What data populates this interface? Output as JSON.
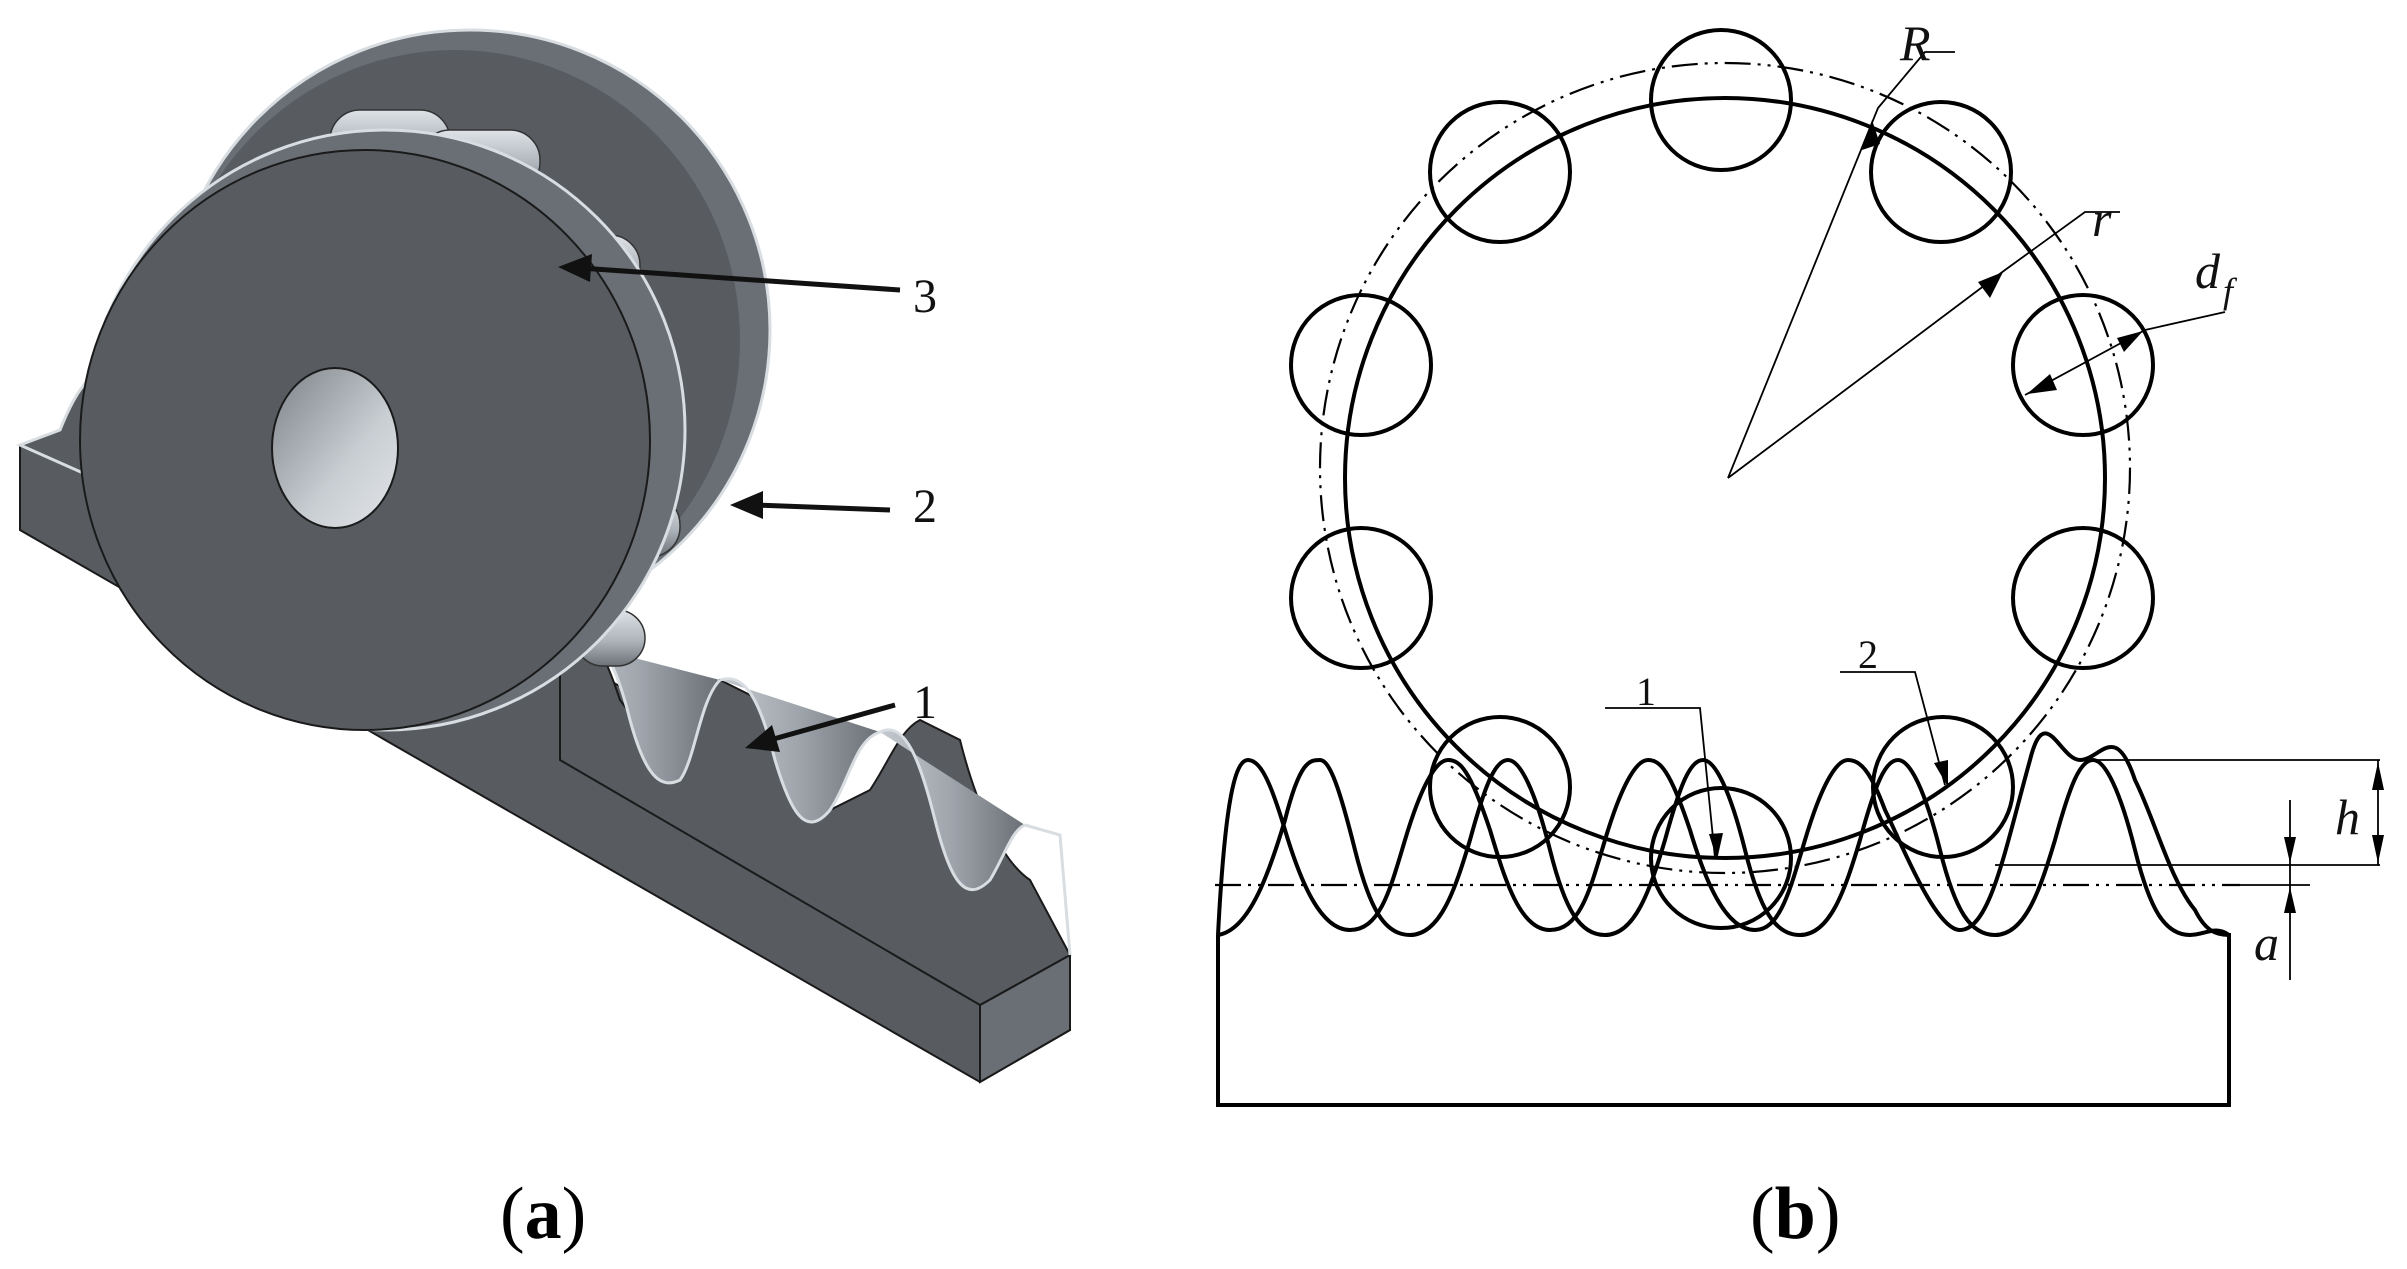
{
  "panel_a": {
    "caption_open": "(",
    "caption_letter": "a",
    "caption_close": ")",
    "callouts": [
      {
        "id": "3",
        "text": "3"
      },
      {
        "id": "2",
        "text": "2"
      },
      {
        "id": "1",
        "text": "1"
      }
    ]
  },
  "panel_b": {
    "caption_open": "(",
    "caption_letter": "b",
    "caption_close": ")",
    "labels": {
      "R": "R",
      "r": "r",
      "d": "d",
      "f": "f",
      "h": "h",
      "a": "a",
      "one": "1",
      "two": "2"
    }
  },
  "colors": {
    "solid_face": "#585c61",
    "solid_edge": "#d8dde2",
    "solid_highlight": "#b9bfc5",
    "line": "#000000"
  }
}
